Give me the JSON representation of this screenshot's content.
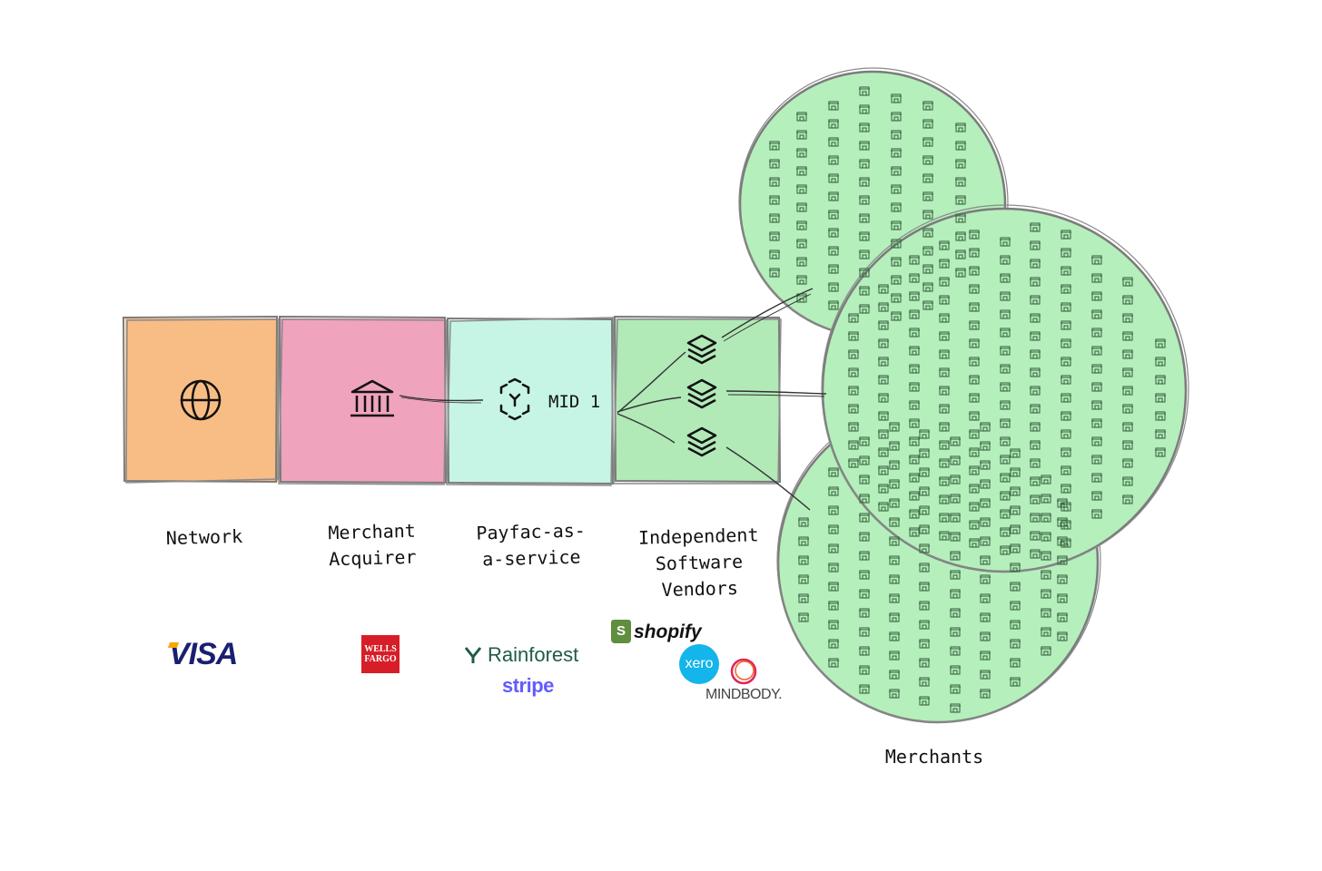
{
  "nodes": [
    {
      "id": "network",
      "label_lines": [
        "Network"
      ],
      "icon": "globe-icon",
      "fill": "#f8bd84"
    },
    {
      "id": "acquirer",
      "label_lines": [
        "Merchant",
        "Acquirer"
      ],
      "icon": "bank-icon",
      "fill": "#f0a3bc"
    },
    {
      "id": "payfac",
      "label_lines": [
        "Payfac-as-",
        "a-service"
      ],
      "icon": "mid-scan-icon",
      "fill": "#c6f5e6"
    },
    {
      "id": "isv",
      "label_lines": [
        "Independent",
        "Software",
        "Vendors"
      ],
      "icon": "layers-icon",
      "fill": "#b1e9b7"
    }
  ],
  "mid_label": "MID 1",
  "merchants": {
    "label": "Merchants",
    "fill": "#b5efbc",
    "icon": "storefront-icon",
    "circle_count": 3
  },
  "logos": {
    "network": [
      "VISA"
    ],
    "acquirer": [
      "WELLS FARGO"
    ],
    "payfac": [
      "Rainforest",
      "stripe"
    ],
    "isv": [
      "shopify",
      "xero",
      "MINDBODY."
    ]
  },
  "colors": {
    "stroke": "#7b7b7b",
    "ink": "#111111"
  }
}
